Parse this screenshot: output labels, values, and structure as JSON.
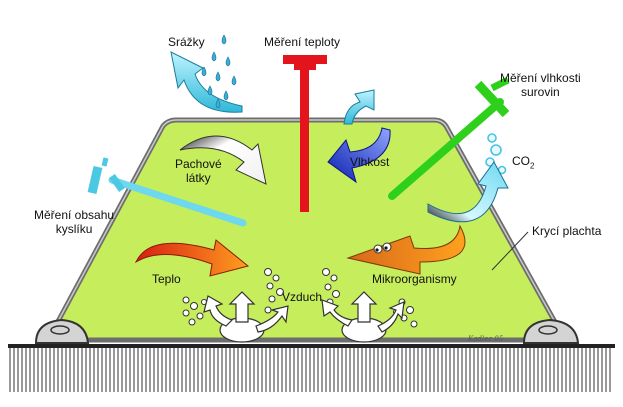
{
  "labels": {
    "precipitation": "Srážky",
    "temperature_measurement": "Měření teploty",
    "humidity_measurement_line1": "Měření vlhkosti",
    "humidity_measurement_line2": "surovin",
    "odorous_line1": "Pachové",
    "odorous_line2": "látky",
    "moisture": "Vlhkost",
    "co2_main": "CO",
    "co2_sub": "2",
    "oxygen_measurement_line1": "Měření obsahu",
    "oxygen_measurement_line2": "kyslíku",
    "cover_sheet": "Krycí  plachta",
    "heat": "Teplo",
    "air": "Vzduch",
    "microorganisms": "Mikroorganismy",
    "signature": "Kadlec 05"
  },
  "colors": {
    "heap_fill": "#c6ed5c",
    "heap_outline": "#555555",
    "cyan": "#58d6ee",
    "red_probe": "#e4141c",
    "green_probe": "#2ed01c",
    "blue_arrow": "#1f3fd8",
    "orange": "#f59a2a",
    "ground": "#222222"
  }
}
